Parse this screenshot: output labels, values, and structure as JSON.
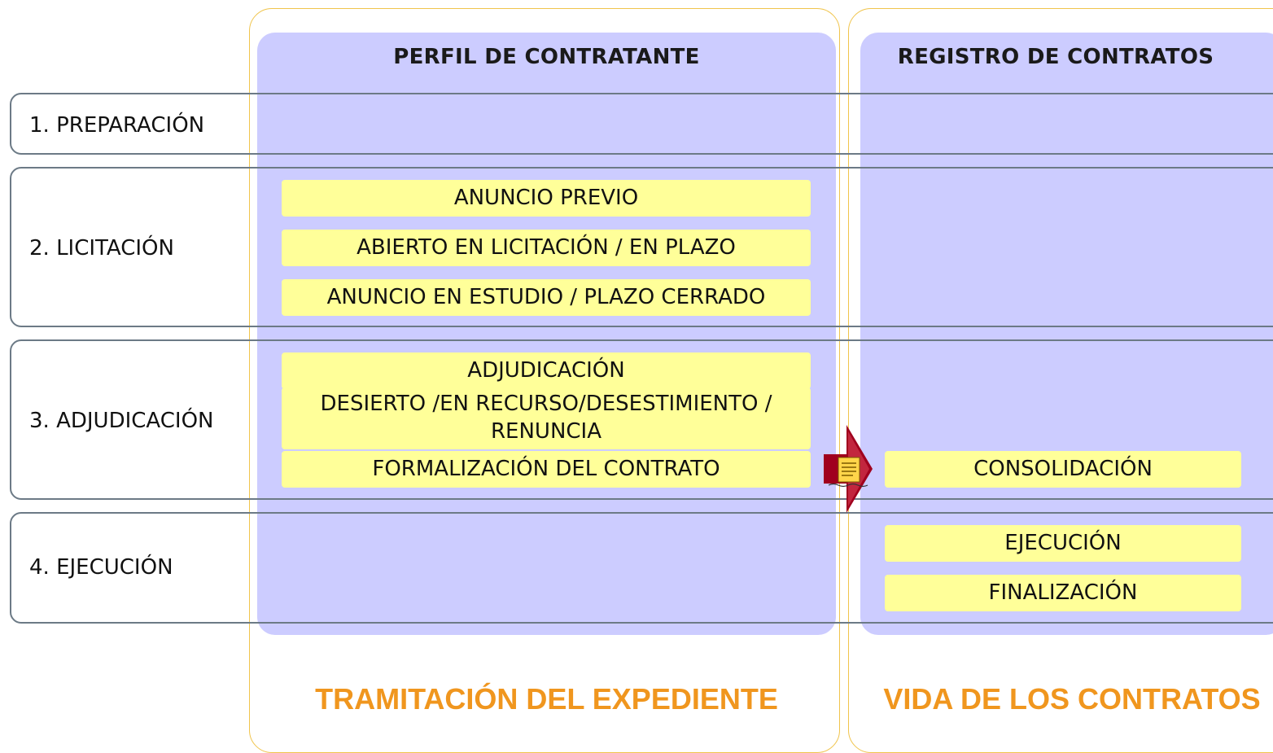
{
  "columns": {
    "perfil": {
      "title": "PERFIL DE CONTRATANTE",
      "footer": "TRAMITACIÓN DEL EXPEDIENTE"
    },
    "registro": {
      "title": "REGISTRO DE CONTRATOS",
      "footer": "VIDA DE LOS CONTRATOS"
    }
  },
  "phases": [
    "1. PREPARACIÓN",
    "2. LICITACIÓN",
    "3. ADJUDICACIÓN",
    "4. EJECUCIÓN"
  ],
  "perfil_states": {
    "anuncio_previo": "ANUNCIO PREVIO",
    "abierto": "ABIERTO EN LICITACIÓN / EN PLAZO",
    "en_estudio": "ANUNCIO EN ESTUDIO / PLAZO CERRADO",
    "adjudicacion": "ADJUDICACIÓN",
    "desierto": "DESIERTO /EN RECURSO/DESESTIMIENTO / RENUNCIA",
    "formalizacion": "FORMALIZACIÓN DEL CONTRATO"
  },
  "registro_states": {
    "consolidacion": "CONSOLIDACIÓN",
    "ejecucion": "EJECUCIÓN",
    "finalizacion": "FINALIZACIÓN"
  },
  "icons": {
    "transfer": "document-transfer-arrow-icon"
  },
  "colors": {
    "panel": "#ccccff",
    "state_box": "#ffff99",
    "outer_border": "#f0c44c",
    "row_border": "#6c7a86",
    "footer_text": "#f0961e",
    "arrow": "#a0001e"
  }
}
